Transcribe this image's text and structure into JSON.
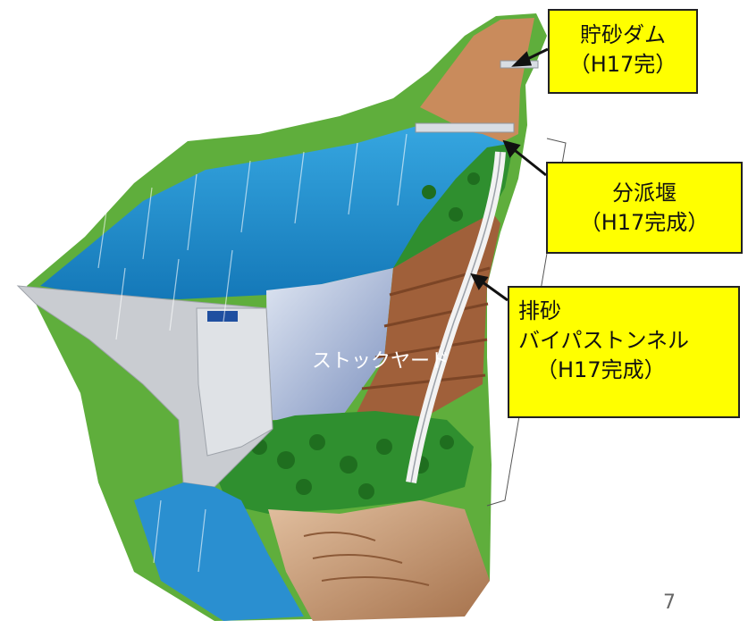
{
  "callouts": {
    "sabo_dam": {
      "line1": "貯砂ダム",
      "line2": "（H17完）"
    },
    "diversion_weir": {
      "line1": "分派堰",
      "line2": "（H17完成）"
    },
    "bypass_tunnel": {
      "line1": "排砂",
      "line2": "バイパストンネル",
      "line3": "（H17完成）"
    }
  },
  "labels": {
    "stockyard": "ストックヤード"
  },
  "page_number": "7",
  "colors": {
    "callout_fill": "#ffff00",
    "reservoir": "#1e8fd0",
    "dam_concrete": "#c9ccd1",
    "forest": "#2f8f2f",
    "earth": "#a0603a",
    "sediment_flow": "#c89570"
  }
}
